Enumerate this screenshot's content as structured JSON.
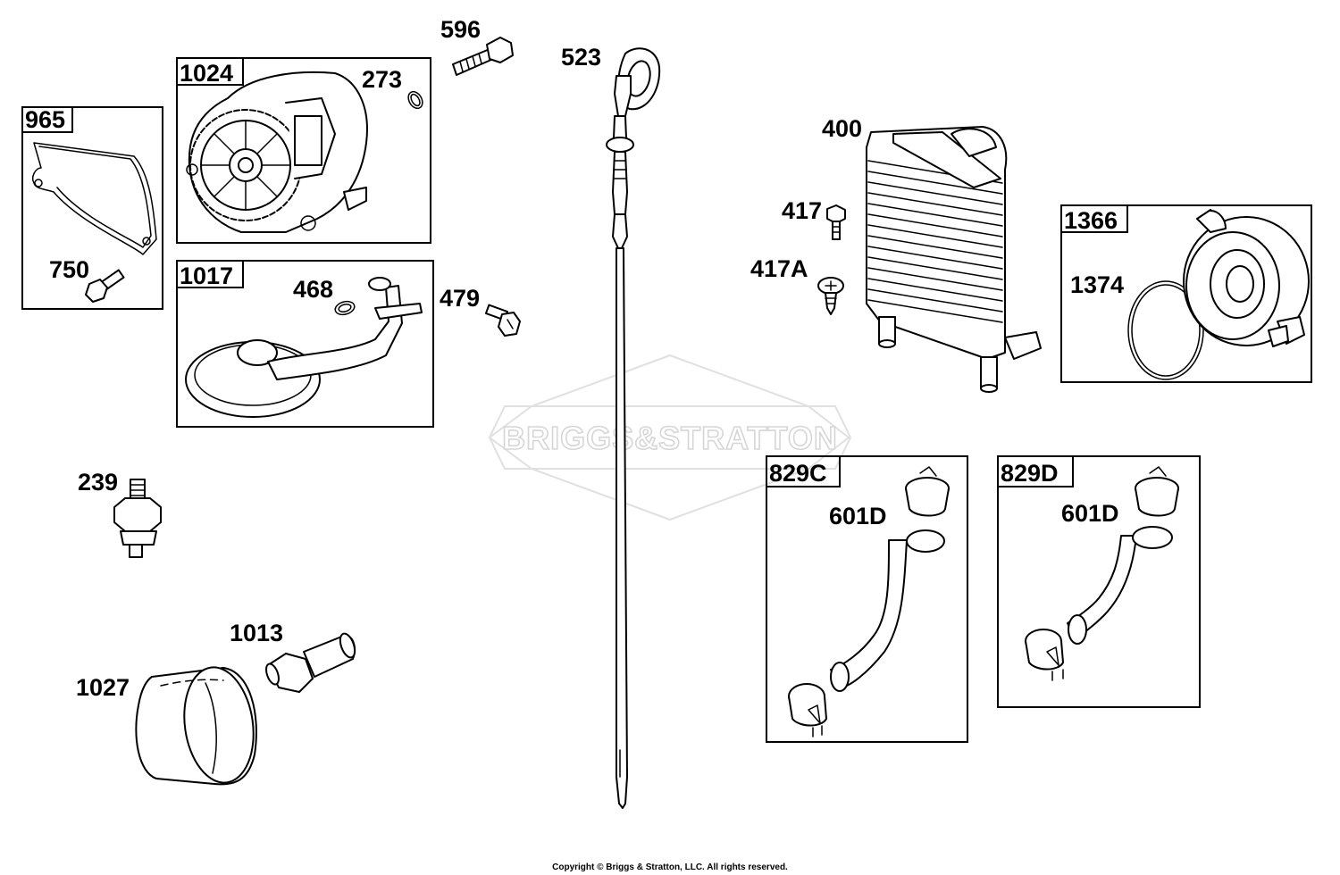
{
  "watermark": {
    "text": "BRIGGS&STRATTON"
  },
  "footer": {
    "copyright": "Copyright © Briggs & Stratton, LLC. All rights reserved."
  },
  "callouts": {
    "p596": "596",
    "p523": "523",
    "p1024": "1024",
    "p273": "273",
    "p965": "965",
    "p750": "750",
    "p1017": "1017",
    "p468": "468",
    "p479": "479",
    "p239": "239",
    "p1013": "1013",
    "p1027": "1027",
    "p400": "400",
    "p417": "417",
    "p417a": "417A",
    "p1366": "1366",
    "p1374": "1374",
    "p829c": "829C",
    "p601d_c": "601D",
    "p829d": "829D",
    "p601d_d": "601D"
  }
}
